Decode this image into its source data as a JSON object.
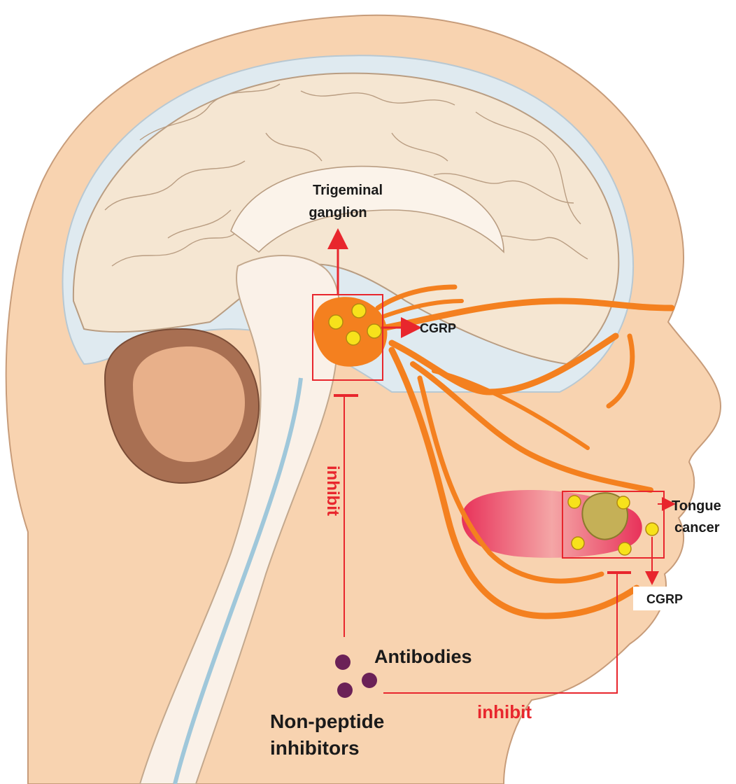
{
  "labels": {
    "trigeminal_line1": "Trigeminal",
    "trigeminal_line2": "ganglion",
    "cgrp_top": "CGRP",
    "tongue_line1": "Tongue",
    "tongue_line2": "cancer",
    "cgrp_bottom": "CGRP",
    "inhibit_vertical": "inhibit",
    "inhibit_horizontal": "inhibit",
    "antibodies": "Antibodies",
    "nonpeptide_line1": "Non-peptide",
    "nonpeptide_line2": "inhibitors"
  },
  "colors": {
    "skin": "#f8d3b0",
    "skin_light": "#fbe6d2",
    "brain": "#f5e6d2",
    "brain_outline": "#d9c2a7",
    "csf": "#dfeaf0",
    "nerve": "#f4801f",
    "cgrp_dot": "#f7e21b",
    "tongue": "#e8325a",
    "tumor": "#c5b057",
    "cerebellum": "#a86f52",
    "inhibitor_dot": "#6b2157",
    "arrow_red": "#e8262d"
  }
}
